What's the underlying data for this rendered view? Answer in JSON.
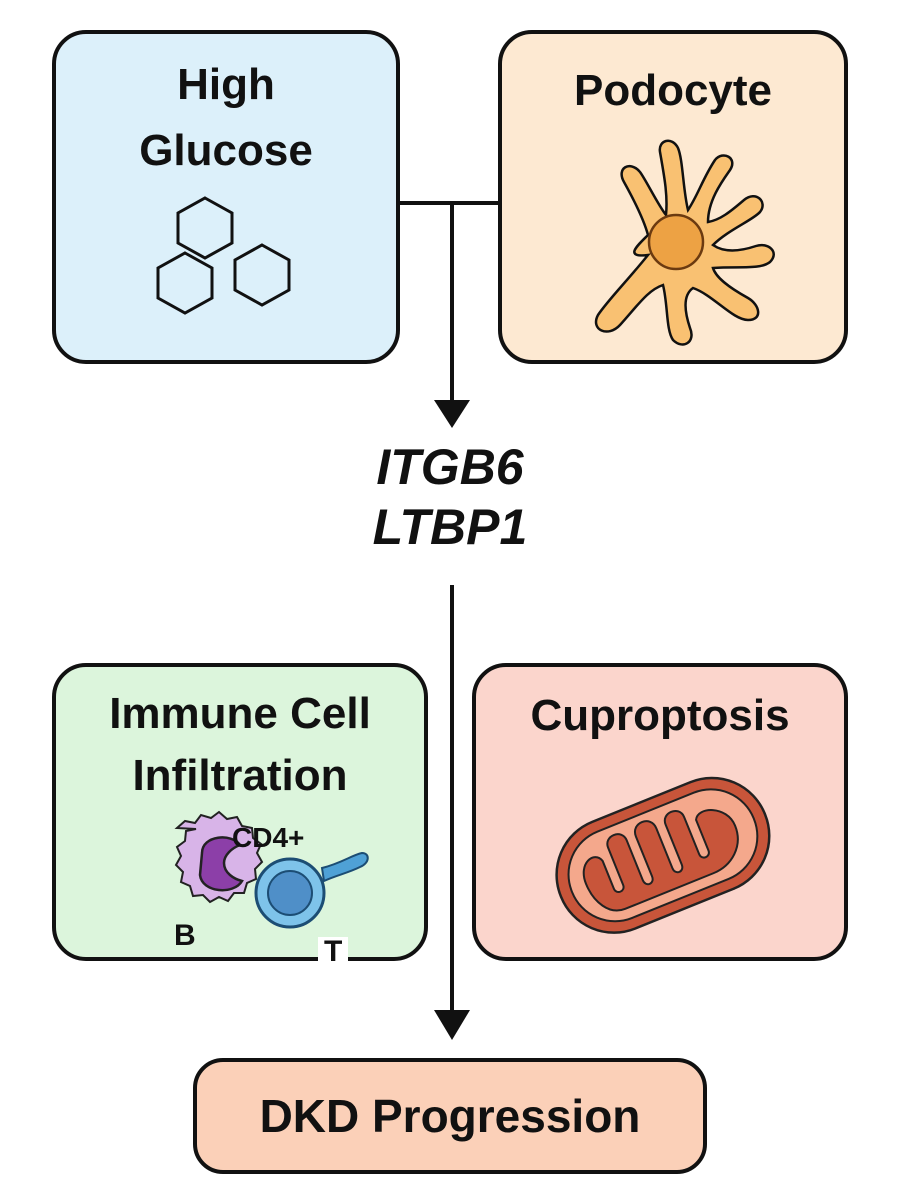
{
  "diagram": {
    "nodes": {
      "high_glucose": {
        "label_line1": "High",
        "label_line2": "Glucose",
        "fill": "#dcf0fa",
        "icon": "glucose-hexagons-icon"
      },
      "podocyte": {
        "label": "Podocyte",
        "fill": "#fde9d2",
        "icon": "podocyte-cell-icon"
      },
      "genes": {
        "gene1": "ITGB6",
        "gene2": "LTBP1"
      },
      "immune": {
        "label_line1": "Immune Cell",
        "label_line2": "Infiltration",
        "fill": "#dcf5dc",
        "b_cell_label": "B",
        "t_cell_marker": "CD4+",
        "t_cell_label": "T",
        "icons": [
          "b-cell-icon",
          "cd4-t-cell-icon"
        ]
      },
      "cuproptosis": {
        "label": "Cuproptosis",
        "fill": "#fbd5cc",
        "icon": "mitochondrion-icon"
      },
      "dkd": {
        "label": "DKD Progression",
        "fill": "#fbd0b8"
      }
    },
    "edges": [
      {
        "from": [
          "high_glucose",
          "podocyte"
        ],
        "to": "genes",
        "type": "arrow"
      },
      {
        "from": "genes",
        "to": "dkd",
        "type": "arrow"
      }
    ]
  }
}
